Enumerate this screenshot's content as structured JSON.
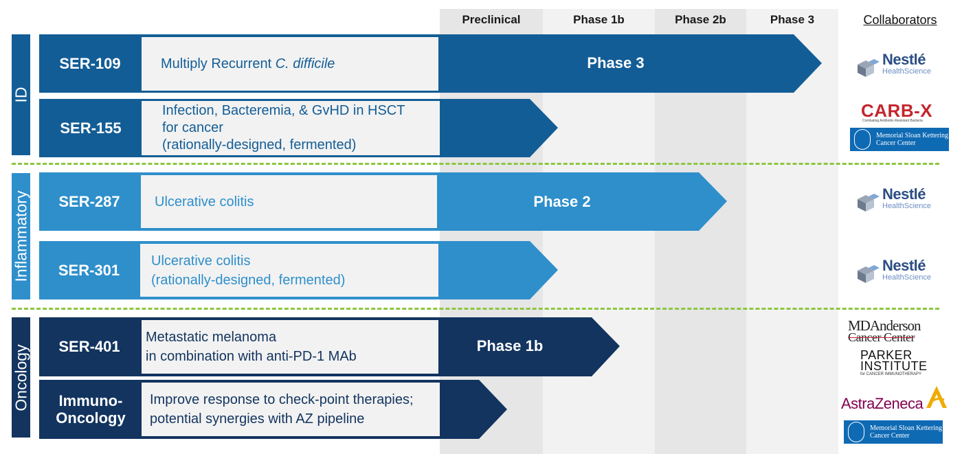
{
  "columns": [
    "Preclinical",
    "Phase 1b",
    "Phase 2b",
    "Phase 3"
  ],
  "collaborators_heading": "Collaborators",
  "categories": [
    "ID",
    "Inflammatory",
    "Oncology"
  ],
  "programs": [
    {
      "code": "SER-109",
      "description": "Multiply Recurrent C. difficile",
      "desc_plain": "Multiply Recurrent ",
      "desc_italic": "C. difficile",
      "phase_label": "Phase 3"
    },
    {
      "code": "SER-155",
      "description": "Infection, Bacteremia, & GvHD in HSCT\nfor cancer\n(rationally-designed, fermented)",
      "phase_label": ""
    },
    {
      "code": "SER-287",
      "description": "Ulcerative colitis",
      "phase_label": "Phase 2"
    },
    {
      "code": "SER-301",
      "description": "Ulcerative colitis\n(rationally-designed, fermented)",
      "phase_label": ""
    },
    {
      "code": "SER-401",
      "description": "Metastatic melanoma\nin combination with anti-PD-1 MAb",
      "phase_label": "Phase 1b"
    },
    {
      "code": "Immuno-\nOncology",
      "description": "Improve response to check-point therapies;\npotential synergies with AZ pipeline",
      "phase_label": ""
    }
  ],
  "logos": {
    "nestle_line1": "Nestlé",
    "nestle_line2": "HealthScience",
    "carbx": "CARB-X",
    "carbx_sub": "Combating Antibiotic-Resistant Bacteria",
    "mskcc_line1": "Memorial Sloan Kettering",
    "mskcc_line2": "Cancer Center",
    "mdanderson_line1": "MDAnderson",
    "mdanderson_line2": "Cancer Center",
    "parker_line1": "PARKER",
    "parker_line2": "INSTITUTE",
    "parker_sub": "for CANCER IMMUNOTHERAPY",
    "astrazeneca": "AstraZeneca"
  },
  "colors": {
    "id_blue": "#135d96",
    "inflammatory_blue": "#2e8fcb",
    "oncology_navy": "#12345f",
    "divider_green": "#8dc63f",
    "column_band": "#e6e6e6",
    "column_band_alt": "#f2f2f2"
  }
}
